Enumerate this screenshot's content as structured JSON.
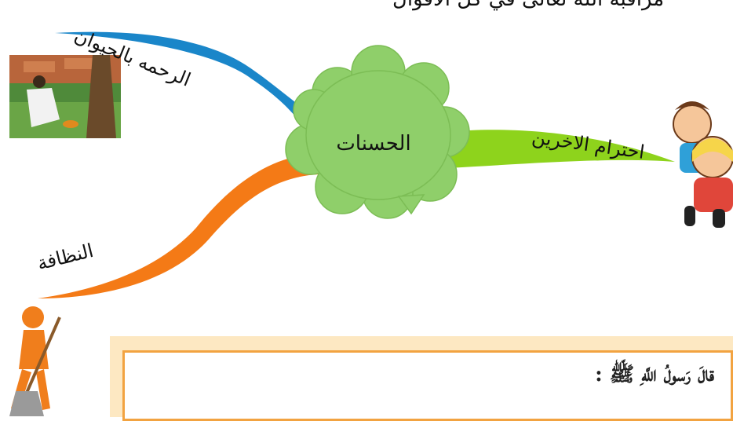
{
  "top_text": "مراقبة الله تعالى في كل الأقوال",
  "center_label": "الحسنات",
  "branches": [
    {
      "label": "الرحمه بالحيوان",
      "color": "#1a86c9"
    },
    {
      "label": "احترام الاخرين",
      "color": "#8ed31c"
    },
    {
      "label": "النظافة",
      "color": "#f47a16"
    }
  ],
  "cloud_color": "#8fcf6a",
  "quote_intro": "قالَ رَسولُ اللَّهِ ﷺ :"
}
